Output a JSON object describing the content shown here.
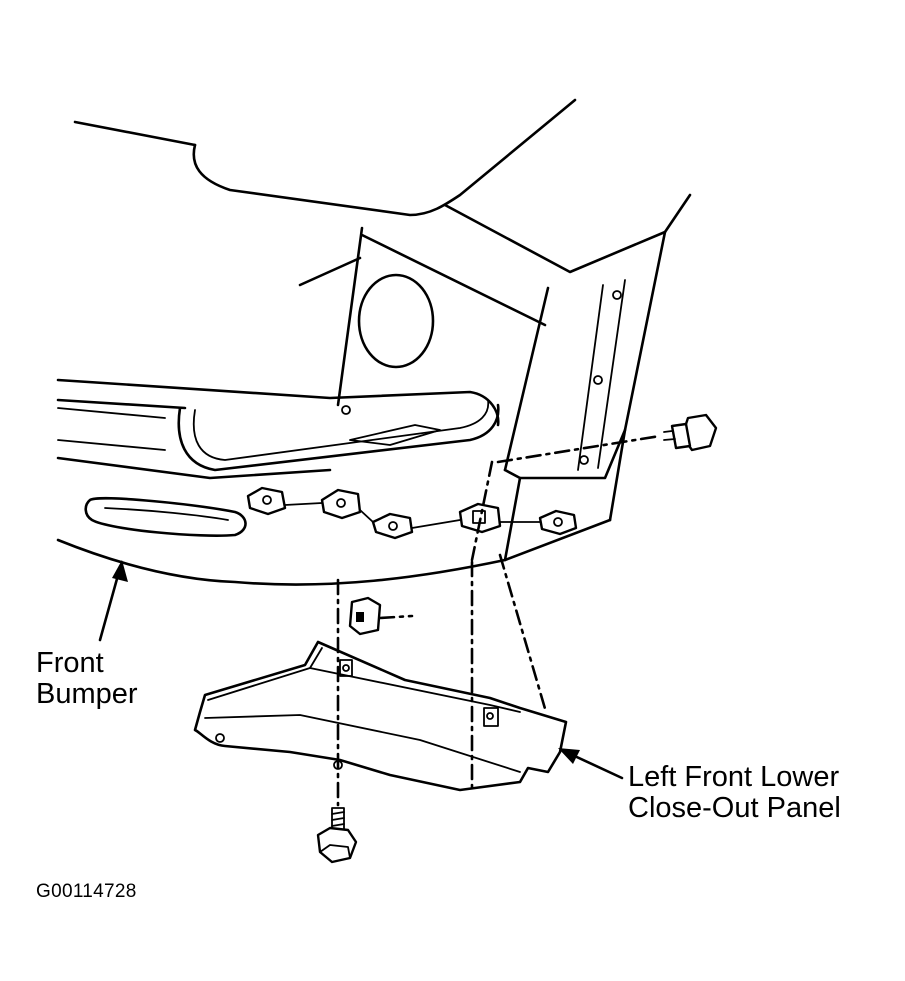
{
  "figure": {
    "labels": {
      "front_bumper": [
        "Front",
        "Bumper"
      ],
      "close_out_panel": [
        "Left Front Lower",
        "Close-Out Panel"
      ]
    },
    "figure_code": "G00114728"
  }
}
